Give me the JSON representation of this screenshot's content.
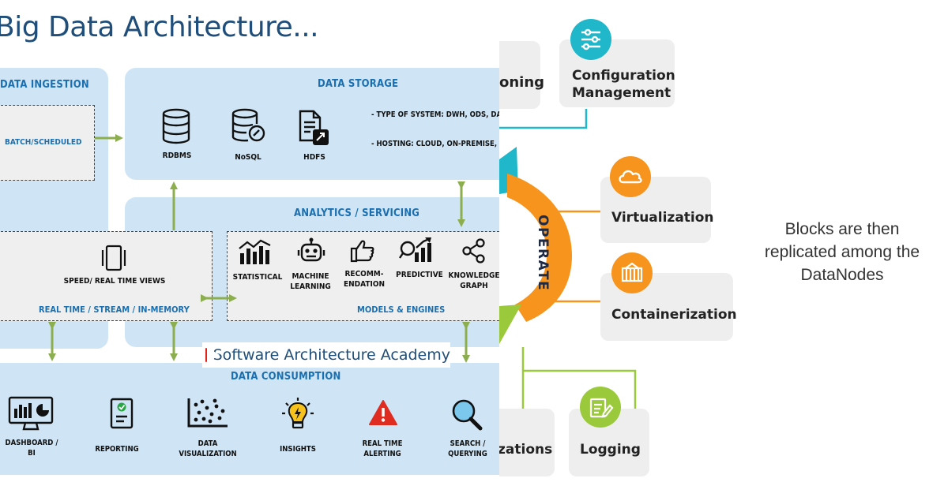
{
  "title": "Big Data Architecture...",
  "ingestion": {
    "title": "DATA INGESTION",
    "batch": "BATCH/SCHEDULED"
  },
  "storage": {
    "title": "DATA STORAGE",
    "items": [
      "RDBMS",
      "NoSQL",
      "HDFS"
    ],
    "notes": [
      "- TYPE OF SYSTEM: DWH, ODS, DAT",
      "- HOSTING: CLOUD, ON-PREMISE, I"
    ]
  },
  "analytics": {
    "title": "ANALYTICS / SERVICING",
    "speed_views": "SPEED/ REAL TIME VIEWS",
    "realtime_label": "REAL TIME / STREAM / IN-MEMORY",
    "models_label": "MODELS & ENGINES",
    "models": [
      {
        "line1": "STATISTICAL",
        "line2": ""
      },
      {
        "line1": "MACHINE",
        "line2": "LEARNING"
      },
      {
        "line1": "RECOMM-",
        "line2": "ENDATION"
      },
      {
        "line1": "PREDICTIVE",
        "line2": ""
      },
      {
        "line1": "KNOWLEDGE",
        "line2": "GRAPH"
      }
    ]
  },
  "watermark": "Software Architecture Academy",
  "consumption": {
    "title": "DATA CONSUMPTION",
    "items": [
      {
        "line1": "DASHBOARD /",
        "line2": "BI"
      },
      {
        "line1": "REPORTING",
        "line2": ""
      },
      {
        "line1": "DATA",
        "line2": "VISUALIZATION"
      },
      {
        "line1": "INSIGHTS",
        "line2": ""
      },
      {
        "line1": "REAL TIME",
        "line2": "ALERTING"
      },
      {
        "line1": "SEARCH /",
        "line2": "QUERYING"
      }
    ]
  },
  "operate": {
    "label": "OPERATE",
    "cards": {
      "top_partial": "oning",
      "config_line1": "Configuration",
      "config_line2": "Management",
      "virtualization": "Virtualization",
      "containerization": "Containerization",
      "bottom_partial": "zations",
      "logging": "Logging"
    },
    "colors": {
      "orange": "#f7941d",
      "teal": "#1fb7c9",
      "green": "#9bc93c"
    }
  },
  "right_text": {
    "line1": "Blocks are then",
    "line2": "replicated among the",
    "line3": "DataNodes"
  }
}
